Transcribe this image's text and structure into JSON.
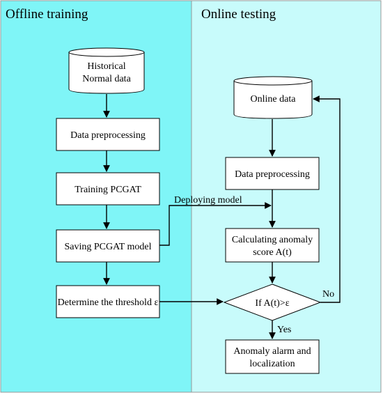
{
  "panels": {
    "offline": {
      "title": "Offline training",
      "fill": "#7ff5f7"
    },
    "online": {
      "title": "Online testing",
      "fill": "#c8fbfb"
    }
  },
  "offline_nodes": {
    "historical": {
      "line1": "Historical",
      "line2": "Normal data"
    },
    "preprocess": "Data preprocessing",
    "training": "Training PCGAT",
    "saving": "Saving PCGAT model",
    "threshold": "Determine the threshold ε"
  },
  "online_nodes": {
    "online_data": "Online data",
    "preprocess": "Data preprocessing",
    "score": {
      "line1": "Calculating anomaly",
      "line2": "score A(t)"
    },
    "decision": "If A(t)>ε",
    "alarm": {
      "line1": "Anomaly alarm and",
      "line2": "localization"
    }
  },
  "edge_labels": {
    "deploy": "Deploying model",
    "no": "No",
    "yes": "Yes"
  }
}
